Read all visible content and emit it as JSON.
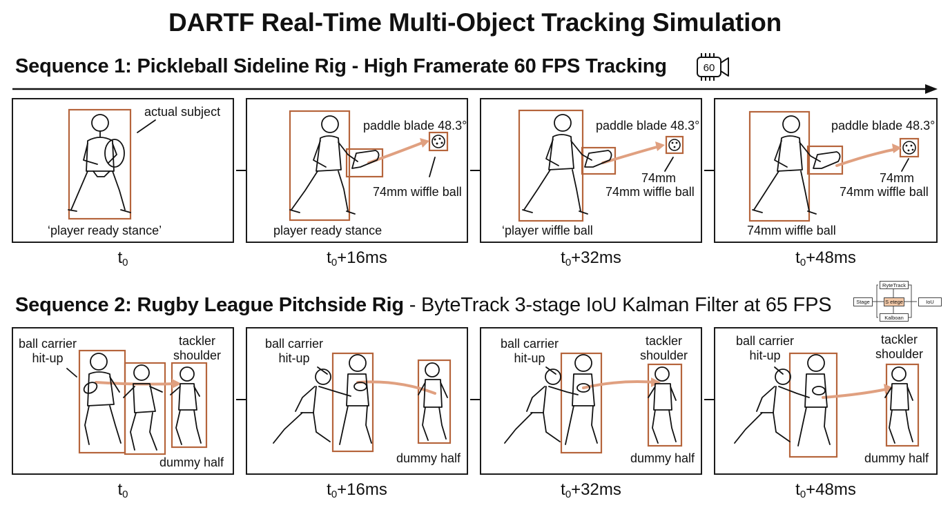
{
  "title": "DARTF Real-Time Multi-Object Tracking Simulation",
  "sequence1": {
    "title": "Sequence 1: Pickleball Sideline Rig - High Framerate 60 FPS Tracking",
    "icon": "camera-60fps-icon",
    "icon_text": "60",
    "frames": [
      {
        "time_base": "t",
        "time_sub": "0",
        "time_suffix": "",
        "labels": {
          "top": "actual subject",
          "bottom": "‘player ready stance’"
        }
      },
      {
        "time_base": "t",
        "time_sub": "0",
        "time_suffix": "+16ms",
        "labels": {
          "paddle": "paddle blade 48.3°",
          "ball": "74mm wiffle ball",
          "bottom": "player ready stance"
        }
      },
      {
        "time_base": "t",
        "time_sub": "0",
        "time_suffix": "+32ms",
        "labels": {
          "paddle": "paddle blade 48.3°",
          "ball_a": "74mm",
          "ball_b": "74mm wiffle ball",
          "bottom": "‘player wiffle ball"
        }
      },
      {
        "time_base": "t",
        "time_sub": "0",
        "time_suffix": "+48ms",
        "labels": {
          "paddle": "paddle blade 48.3°",
          "ball_a": "74mm",
          "ball_b": "74mm wiffle ball",
          "bottom": "74mm wiffle ball"
        }
      }
    ]
  },
  "sequence2": {
    "title_bold": "Sequence 2: Rugby League Pitchside Rig",
    "title_rest": " - ByteTrack 3-stage IoU Kalman Filter at 65 FPS",
    "pipeline": {
      "stage": "Stage",
      "bytetrack": "RyteTrack",
      "mid": "S etege",
      "kalman": "Kalboan",
      "iou": "IoU"
    },
    "frames": [
      {
        "time_base": "t",
        "time_sub": "0",
        "time_suffix": "",
        "labels": {
          "carrier": "ball carrier\nhit-up",
          "tackler": "tackler\nshoulder",
          "dummy": "dummy half"
        }
      },
      {
        "time_base": "t",
        "time_sub": "0",
        "time_suffix": "+16ms",
        "labels": {
          "carrier": "ball carrier\nhit-up",
          "dummy": "dummy half"
        }
      },
      {
        "time_base": "t",
        "time_sub": "0",
        "time_suffix": "+32ms",
        "labels": {
          "carrier": "ball carrier\nhit-up",
          "tackler": "tackler\nshoulder",
          "dummy": "dummy half"
        }
      },
      {
        "time_base": "t",
        "time_sub": "0",
        "time_suffix": "+48ms",
        "labels": {
          "carrier": "ball carrier\nhit-up",
          "tackler": "tackler\nshoulder",
          "dummy": "dummy half"
        }
      }
    ]
  },
  "colors": {
    "bbox": "#b5643b",
    "trajectory": "#e0a080",
    "ink": "#111111"
  }
}
